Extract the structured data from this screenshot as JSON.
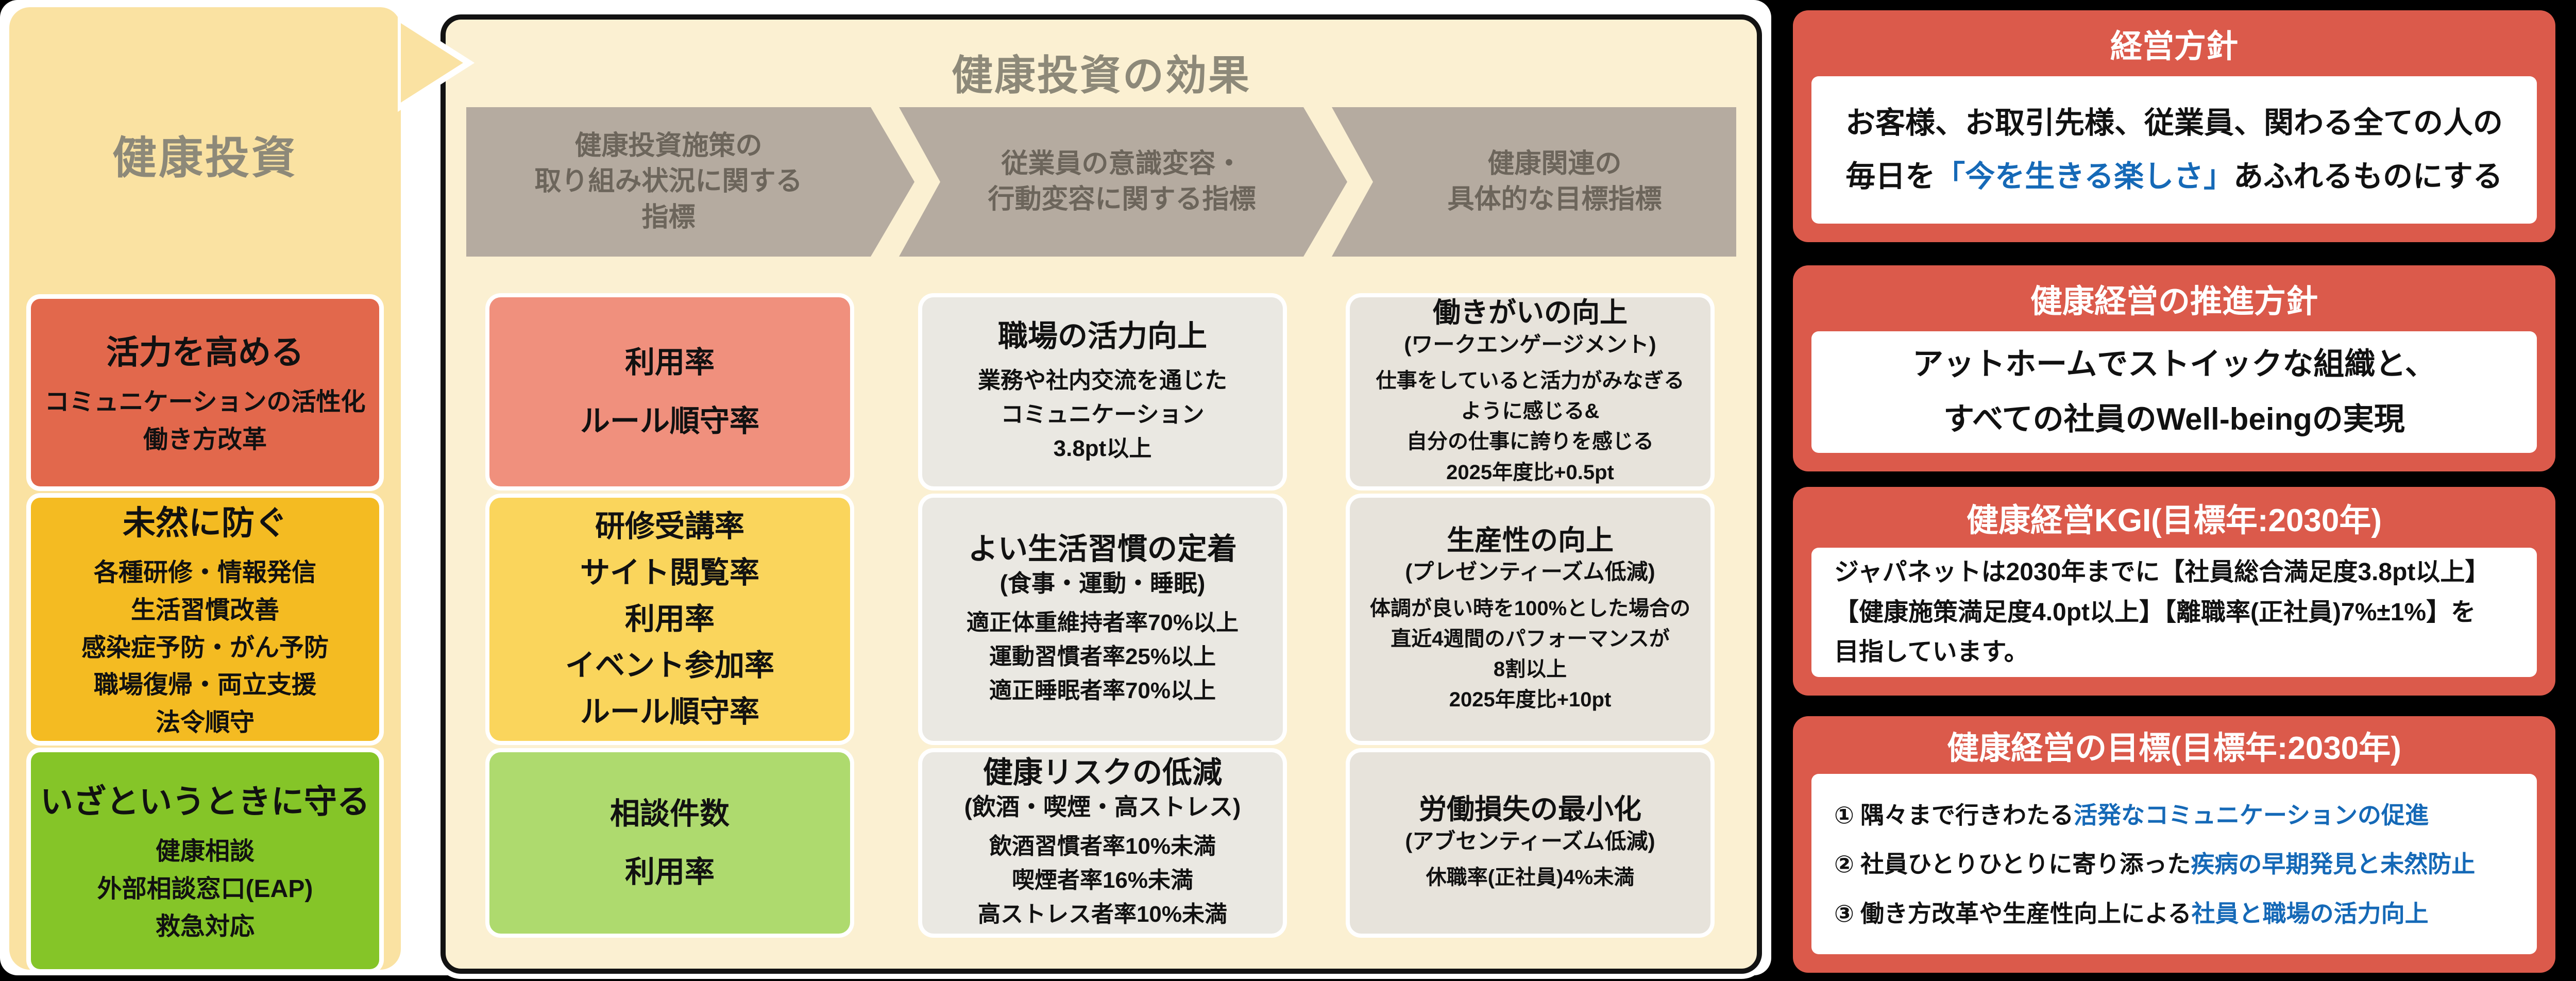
{
  "colors": {
    "page_background": "#000000",
    "backdrop": "#ffffff",
    "left_panel_bg": "#FAE2A2",
    "mid_panel_bg": "#FBF0D2",
    "panel_title_text": "#8D8979",
    "column_header_bg": "#B5ABA0",
    "column_header_text": "#6C655B",
    "accent_red": "#DB5A4B",
    "highlight_blue": "#1569B7",
    "box_orange": "#E2684C",
    "box_yellow": "#F4BB22",
    "box_green": "#85C528",
    "box_salmon": "#F0907D",
    "box_light_yellow": "#FAD55C",
    "box_light_green": "#AEDA6E",
    "box_gray": "#EAE8E2",
    "box_beige": "#E7E3DB"
  },
  "left_panel": {
    "title": "健康投資",
    "boxes": [
      {
        "title": "活力を高める",
        "lines": [
          "コミュニケーションの活性化",
          "働き方改革"
        ]
      },
      {
        "title": "未然に防ぐ",
        "lines": [
          "各種研修・情報発信",
          "生活習慣改善",
          "感染症予防・がん予防",
          "職場復帰・両立支援",
          "法令順守"
        ]
      },
      {
        "title": "いざというときに守る",
        "lines": [
          "健康相談",
          "外部相談窓口(EAP)",
          "救急対応"
        ]
      }
    ]
  },
  "effect_panel": {
    "title": "健康投資の効果",
    "columns": [
      {
        "header_lines": [
          "健康投資施策の",
          "取り組み状況に関する",
          "指標"
        ],
        "boxes": [
          {
            "lines": [
              "利用率",
              "ルール順守率"
            ]
          },
          {
            "lines": [
              "研修受講率",
              "サイト閲覧率",
              "利用率",
              "イベント参加率",
              "ルール順守率"
            ]
          },
          {
            "lines": [
              "相談件数",
              "利用率"
            ]
          }
        ]
      },
      {
        "header_lines": [
          "従業員の意識変容・",
          "行動変容に関する指標"
        ],
        "boxes": [
          {
            "title": "職場の活力向上",
            "subtitle": "",
            "lines": [
              "業務や社内交流を通じた",
              "コミュニケーション",
              "3.8pt以上"
            ]
          },
          {
            "title": "よい生活習慣の定着",
            "subtitle": "(食事・運動・睡眠)",
            "lines": [
              "適正体重維持者率70%以上",
              "運動習慣者率25%以上",
              "適正睡眠者率70%以上"
            ]
          },
          {
            "title": "健康リスクの低減",
            "subtitle": "(飲酒・喫煙・高ストレス)",
            "lines": [
              "飲酒習慣者率10%未満",
              "喫煙者率16%未満",
              "高ストレス者率10%未満"
            ]
          }
        ]
      },
      {
        "header_lines": [
          "健康関連の",
          "具体的な目標指標"
        ],
        "boxes": [
          {
            "title": "働きがいの向上",
            "subtitle": "(ワークエンゲージメント)",
            "lines": [
              "仕事をしていると活力がみなぎる",
              "ように感じる&",
              "自分の仕事に誇りを感じる",
              "2025年度比+0.5pt"
            ]
          },
          {
            "title": "生産性の向上",
            "subtitle": "(プレゼンティーズム低減)",
            "lines": [
              "体調が良い時を100%とした場合の",
              "直近4週間のパフォーマンスが",
              "8割以上",
              "2025年度比+10pt"
            ]
          },
          {
            "title": "労働損失の最小化",
            "subtitle": "(アブセンティーズム低減)",
            "lines": [
              "休職率(正社員)4%未満"
            ]
          }
        ]
      }
    ]
  },
  "right_panel": {
    "sections": [
      {
        "header": "経営方針",
        "line1": "お客様、お取引先様、従業員、関わる全ての人の",
        "line2_pre": "毎日を",
        "line2_highlight": "「今を生きる楽しさ」",
        "line2_post": "あふれるものにする"
      },
      {
        "header": "健康経営の推進方針",
        "lines": [
          "アットホームでストイックな組織と、",
          "すべての社員のWell-beingの実現"
        ]
      },
      {
        "header": "健康経営KGI(目標年:2030年)",
        "lines": [
          "ジャパネットは2030年までに【社員総合満足度3.8pt以上】",
          "【健康施策満足度4.0pt以上】【離職率(正社員)7%±1%】を",
          "目指しています。"
        ]
      },
      {
        "header": "健康経営の目標(目標年:2030年)",
        "items": [
          {
            "num": "①",
            "black": "隅々まで行きわたる",
            "blue": "活発なコミュニケーションの促進"
          },
          {
            "num": "②",
            "black": "社員ひとりひとりに寄り添った",
            "blue": "疾病の早期発見と未然防止"
          },
          {
            "num": "③",
            "black": "働き方改革や生産性向上による",
            "blue": "社員と職場の活力向上"
          }
        ]
      }
    ]
  }
}
